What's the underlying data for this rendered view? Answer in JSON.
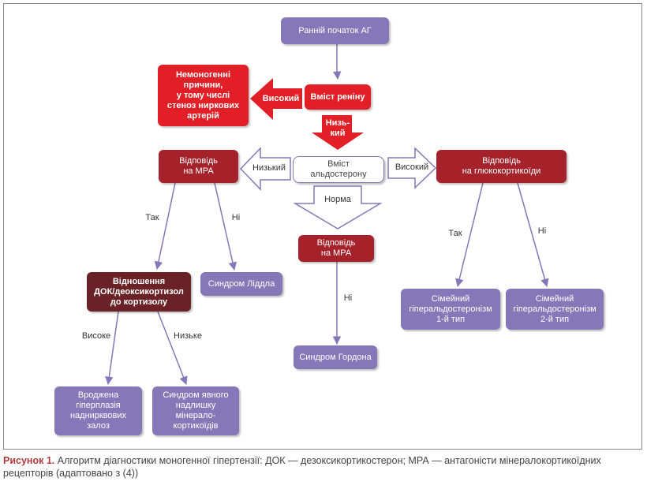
{
  "nodes": {
    "start": "Ранній початок АГ",
    "non_monogenic": "Немоногенні\nпричини,\nу тому числі\nстеноз ниркових\nартерій",
    "renin": "Вміст реніну",
    "aldosterone": "Вміст\nальдостерону",
    "mra_left": "Відповідь\nна МРА",
    "glucocorticoid": "Відповідь\nна глюкокортикоїди",
    "mra_middle": "Відповідь\nна МРА",
    "doc_ratio": "Відношення\nДОК/деоксикортизол\nдо кортизолу",
    "liddle": "Синдром Ліддла",
    "gordon": "Синдром Гордона",
    "fh1": "Сімейний\nгіперальдостеронізм\n1-й тип",
    "fh2": "Сімейний\nгіперальдостеронізм\n2-й тип",
    "cah": "Вроджена\nгіперплазія\nнаднирквових\nзалоз",
    "ame": "Синдром явного\nнадлишку\nмінерало-\nкортикоїдів"
  },
  "labels": {
    "high_red": "Високий",
    "low_red": "Низь-\nкий",
    "low_white": "Низький",
    "high_white": "Високий",
    "norm": "Норма",
    "yes_left": "Так",
    "no_left": "Ні",
    "no_middle": "Ні",
    "yes_right": "Так",
    "no_right": "Ні",
    "high_ratio": "Високе",
    "low_ratio": "Низьке"
  },
  "caption": {
    "label": "Рисунок 1.",
    "text": "Алгоритм діагностики моногенної гіпертензії: ДОК — дезоксикортикостерон; МРА — антагоністи мінералокортикоїдних рецепторів (адаптовано з (4))"
  },
  "colors": {
    "lavender": "#8577b8",
    "red": "#e21f26",
    "maroon": "#a5222a",
    "brown": "#6b2226",
    "connector": "#8577b8"
  }
}
